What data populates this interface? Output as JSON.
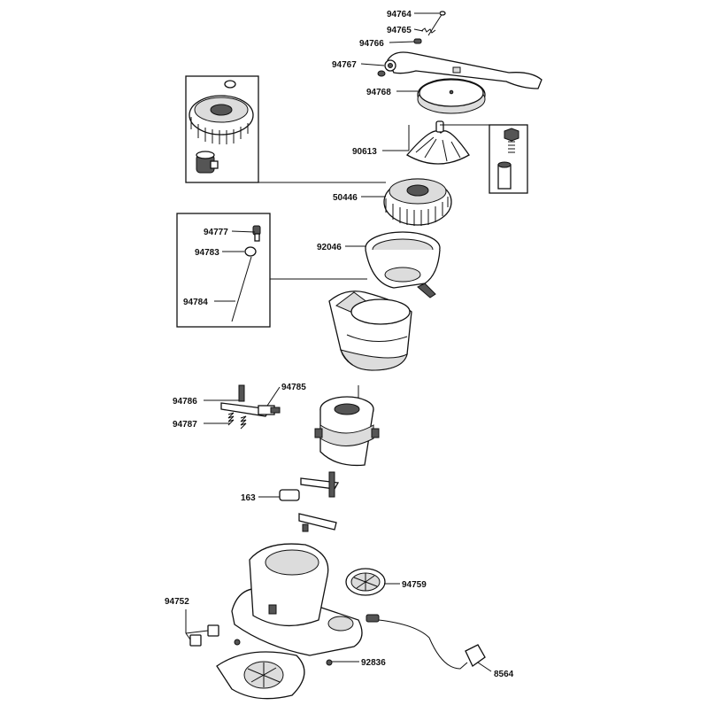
{
  "diagram": {
    "part_numbers": {
      "p94764": "94764",
      "p94765": "94765",
      "p94766": "94766",
      "p94767": "94767",
      "p94768": "94768",
      "p90613": "90613",
      "p50446": "50446",
      "p94777": "94777",
      "p94783": "94783",
      "p92046": "92046",
      "p94784": "94784",
      "p94786": "94786",
      "p94785": "94785",
      "p94787": "94787",
      "p163": "163",
      "p94759": "94759",
      "p94752": "94752",
      "p92836": "92836",
      "p8564": "8564"
    }
  }
}
